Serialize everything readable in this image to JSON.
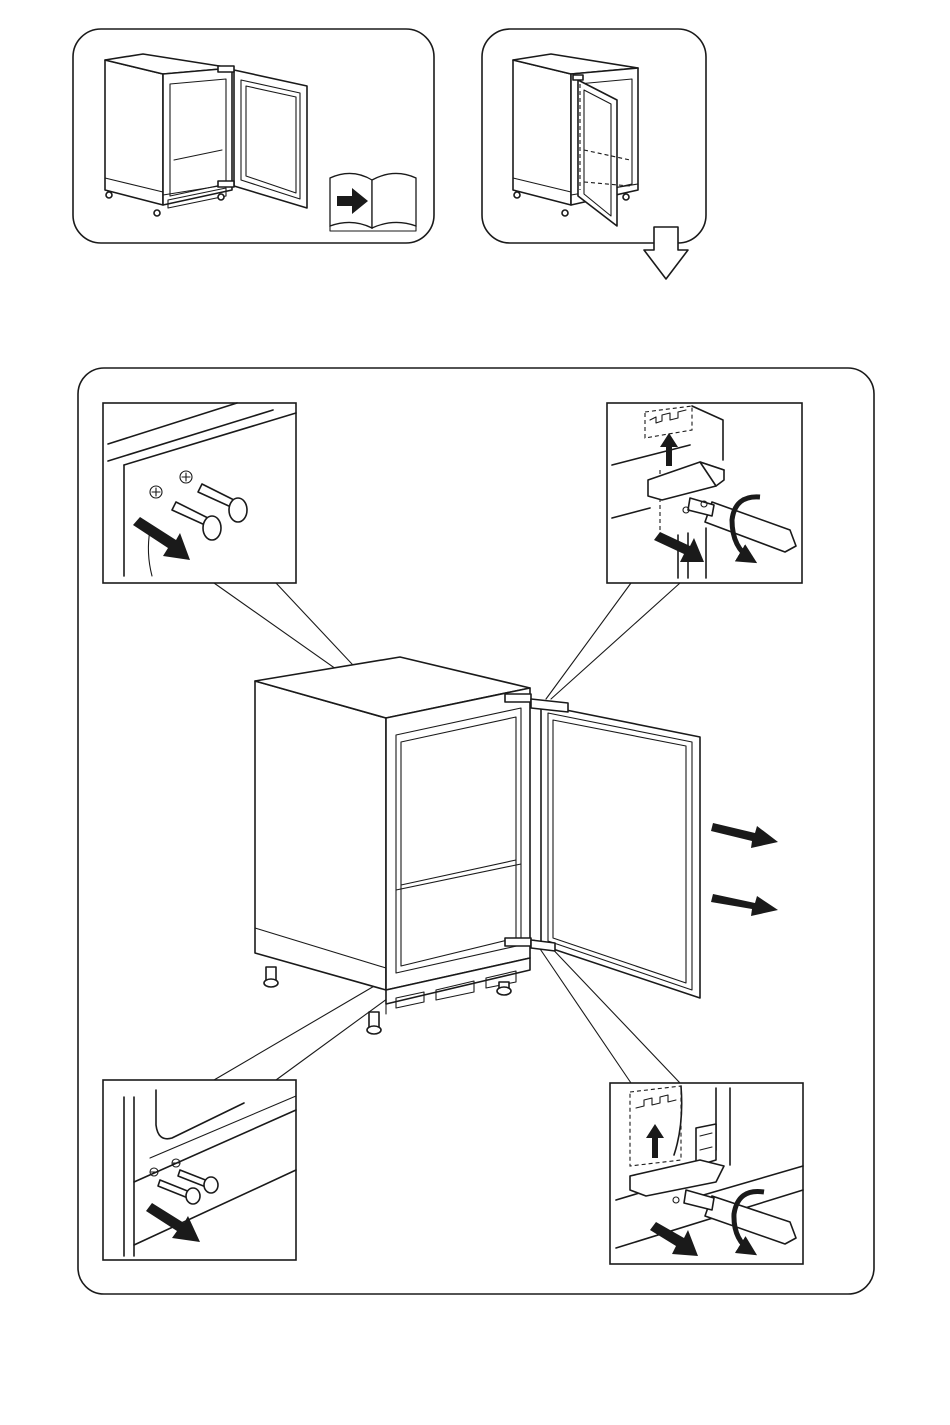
{
  "diagram": {
    "steps": [
      {
        "id": "step-open-door",
        "icons": [
          "manual-book-icon"
        ]
      },
      {
        "id": "step-door-hinge-overview",
        "icons": [
          "next-step-arrow-icon"
        ]
      },
      {
        "id": "step-remove-hinges",
        "details": [
          "detail-top-left-screws",
          "detail-top-right-hinge",
          "detail-bottom-left-screws",
          "detail-bottom-right-hinge"
        ]
      }
    ],
    "colors": {
      "line": "#1a1a1a",
      "background": "#ffffff"
    }
  }
}
